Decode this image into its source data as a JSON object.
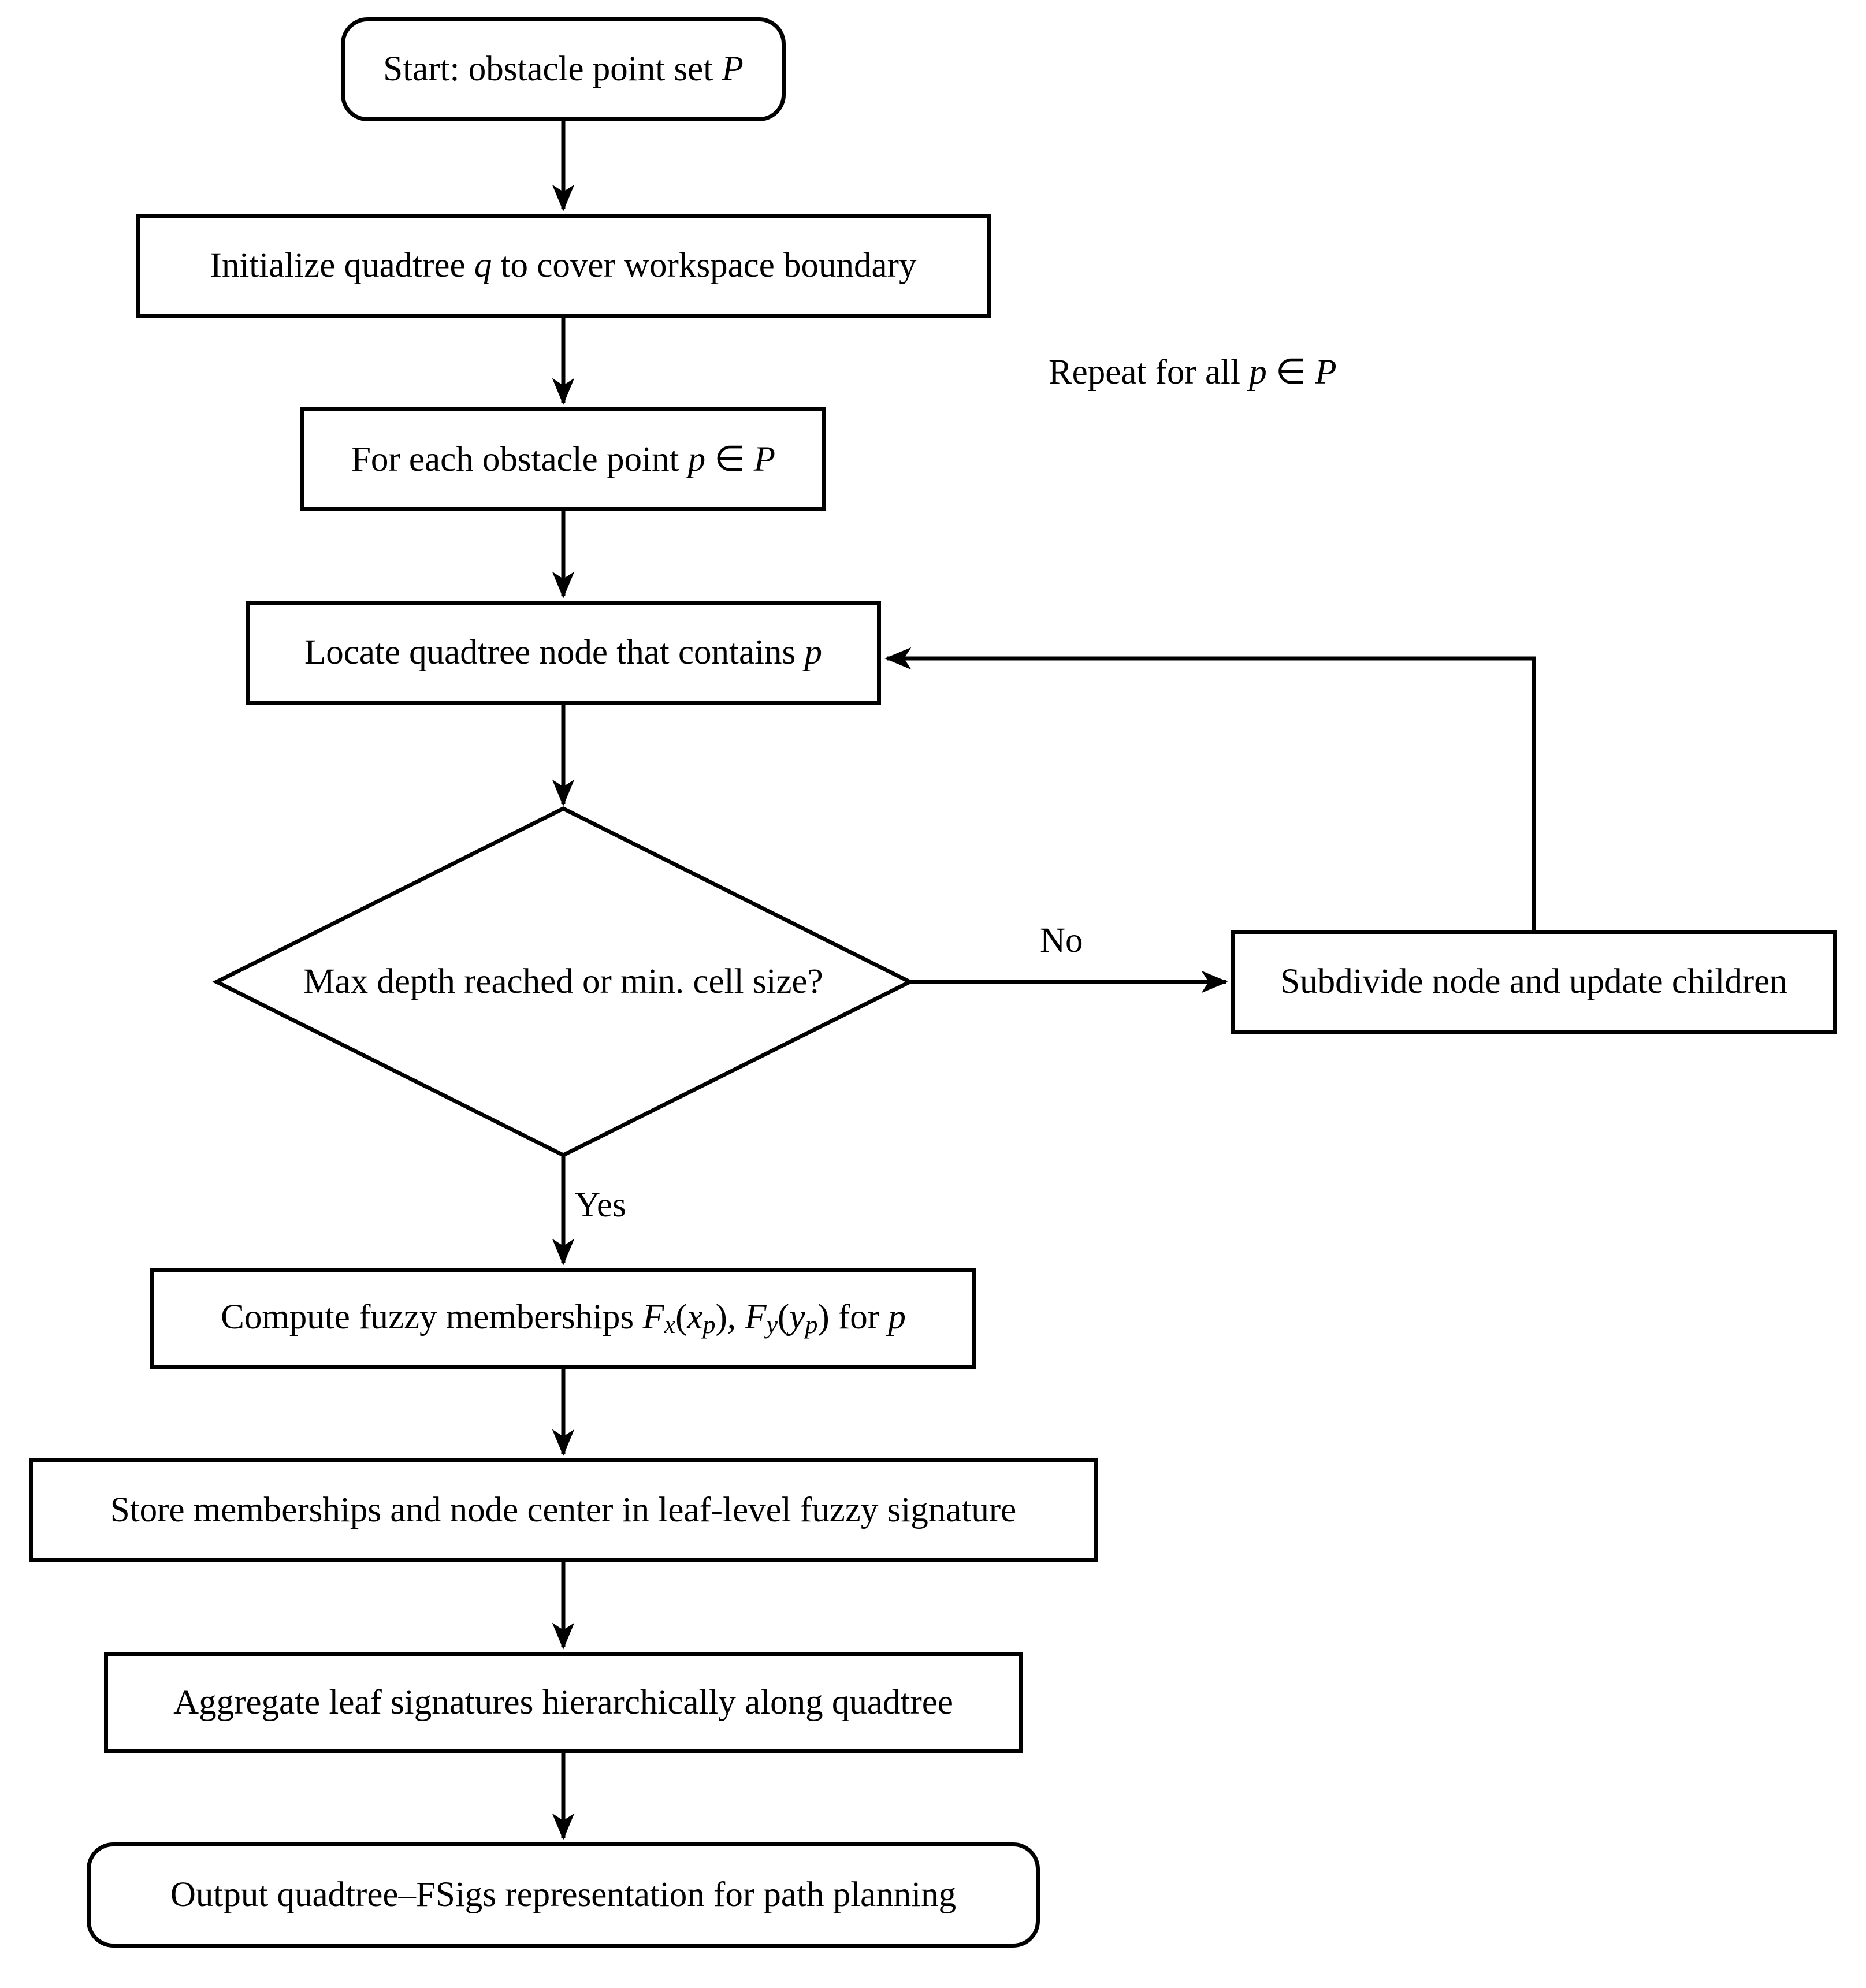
{
  "diagram": {
    "background_color": "#ffffff",
    "stroke_color": "#000000",
    "text_color": "#000000",
    "nodes": {
      "start": {
        "shape": "rounded-rectangle",
        "text": "Start: obstacle point set P",
        "parts": {
          "t1": "Start: obstacle point set ",
          "m1": "P"
        }
      },
      "init": {
        "shape": "rectangle",
        "text": "Initialize quadtree q to cover workspace boundary",
        "parts": {
          "t1": "Initialize quadtree ",
          "m1": "q",
          "t2": " to cover workspace boundary"
        }
      },
      "foreach": {
        "shape": "rectangle",
        "text": "For each obstacle point p ∈ P",
        "parts": {
          "t1": "For each obstacle point ",
          "m1": "p",
          "t2": " ∈ ",
          "m2": "P"
        }
      },
      "locate": {
        "shape": "rectangle",
        "text": "Locate quadtree node that contains p",
        "parts": {
          "t1": "Locate quadtree node that contains ",
          "m1": "p"
        }
      },
      "decision": {
        "shape": "diamond",
        "text": "Max depth reached or min. cell size?",
        "parts": {
          "t1": "Max depth reached or min. cell size?"
        }
      },
      "subdivide": {
        "shape": "rectangle",
        "text": "Subdivide node and update children",
        "parts": {
          "t1": "Subdivide node and update children"
        }
      },
      "compute": {
        "shape": "rectangle",
        "text": "Compute fuzzy memberships Fx(xp), Fy(yp) for p",
        "parts": {
          "t1": "Compute fuzzy memberships ",
          "m1": "F",
          "s1": "x",
          "t2": "(",
          "m2": "x",
          "s2": "p",
          "t3": "), ",
          "m3": "F",
          "s3": "y",
          "t4": "(",
          "m4": "y",
          "s4": "p",
          "t5": ") for ",
          "m5": "p"
        }
      },
      "store": {
        "shape": "rectangle",
        "text": "Store memberships and node center in leaf-level fuzzy signature",
        "parts": {
          "t1": "Store memberships and node center in leaf-level fuzzy signature"
        }
      },
      "aggregate": {
        "shape": "rectangle",
        "text": "Aggregate leaf signatures hierarchically along quadtree",
        "parts": {
          "t1": "Aggregate leaf signatures hierarchically along quadtree"
        }
      },
      "output": {
        "shape": "rounded-rectangle",
        "text": "Output quadtree–FSigs representation for path planning",
        "parts": {
          "t1": "Output quadtree–FSigs representation for path planning"
        }
      }
    },
    "edge_labels": {
      "repeat": {
        "text": "Repeat for all p ∈ P",
        "parts": {
          "t1": "Repeat for all ",
          "m1": "p",
          "t2": " ∈ ",
          "m2": "P"
        }
      },
      "no": "No",
      "yes": "Yes"
    },
    "edges": [
      {
        "from": "start",
        "to": "init"
      },
      {
        "from": "init",
        "to": "foreach"
      },
      {
        "from": "foreach",
        "to": "locate"
      },
      {
        "from": "locate",
        "to": "decision"
      },
      {
        "from": "decision",
        "to": "subdivide",
        "label": "No"
      },
      {
        "from": "decision",
        "to": "compute",
        "label": "Yes"
      },
      {
        "from": "subdivide",
        "to": "locate",
        "label": ""
      },
      {
        "from": "compute",
        "to": "store"
      },
      {
        "from": "store",
        "to": "aggregate"
      },
      {
        "from": "aggregate",
        "to": "output"
      }
    ]
  }
}
